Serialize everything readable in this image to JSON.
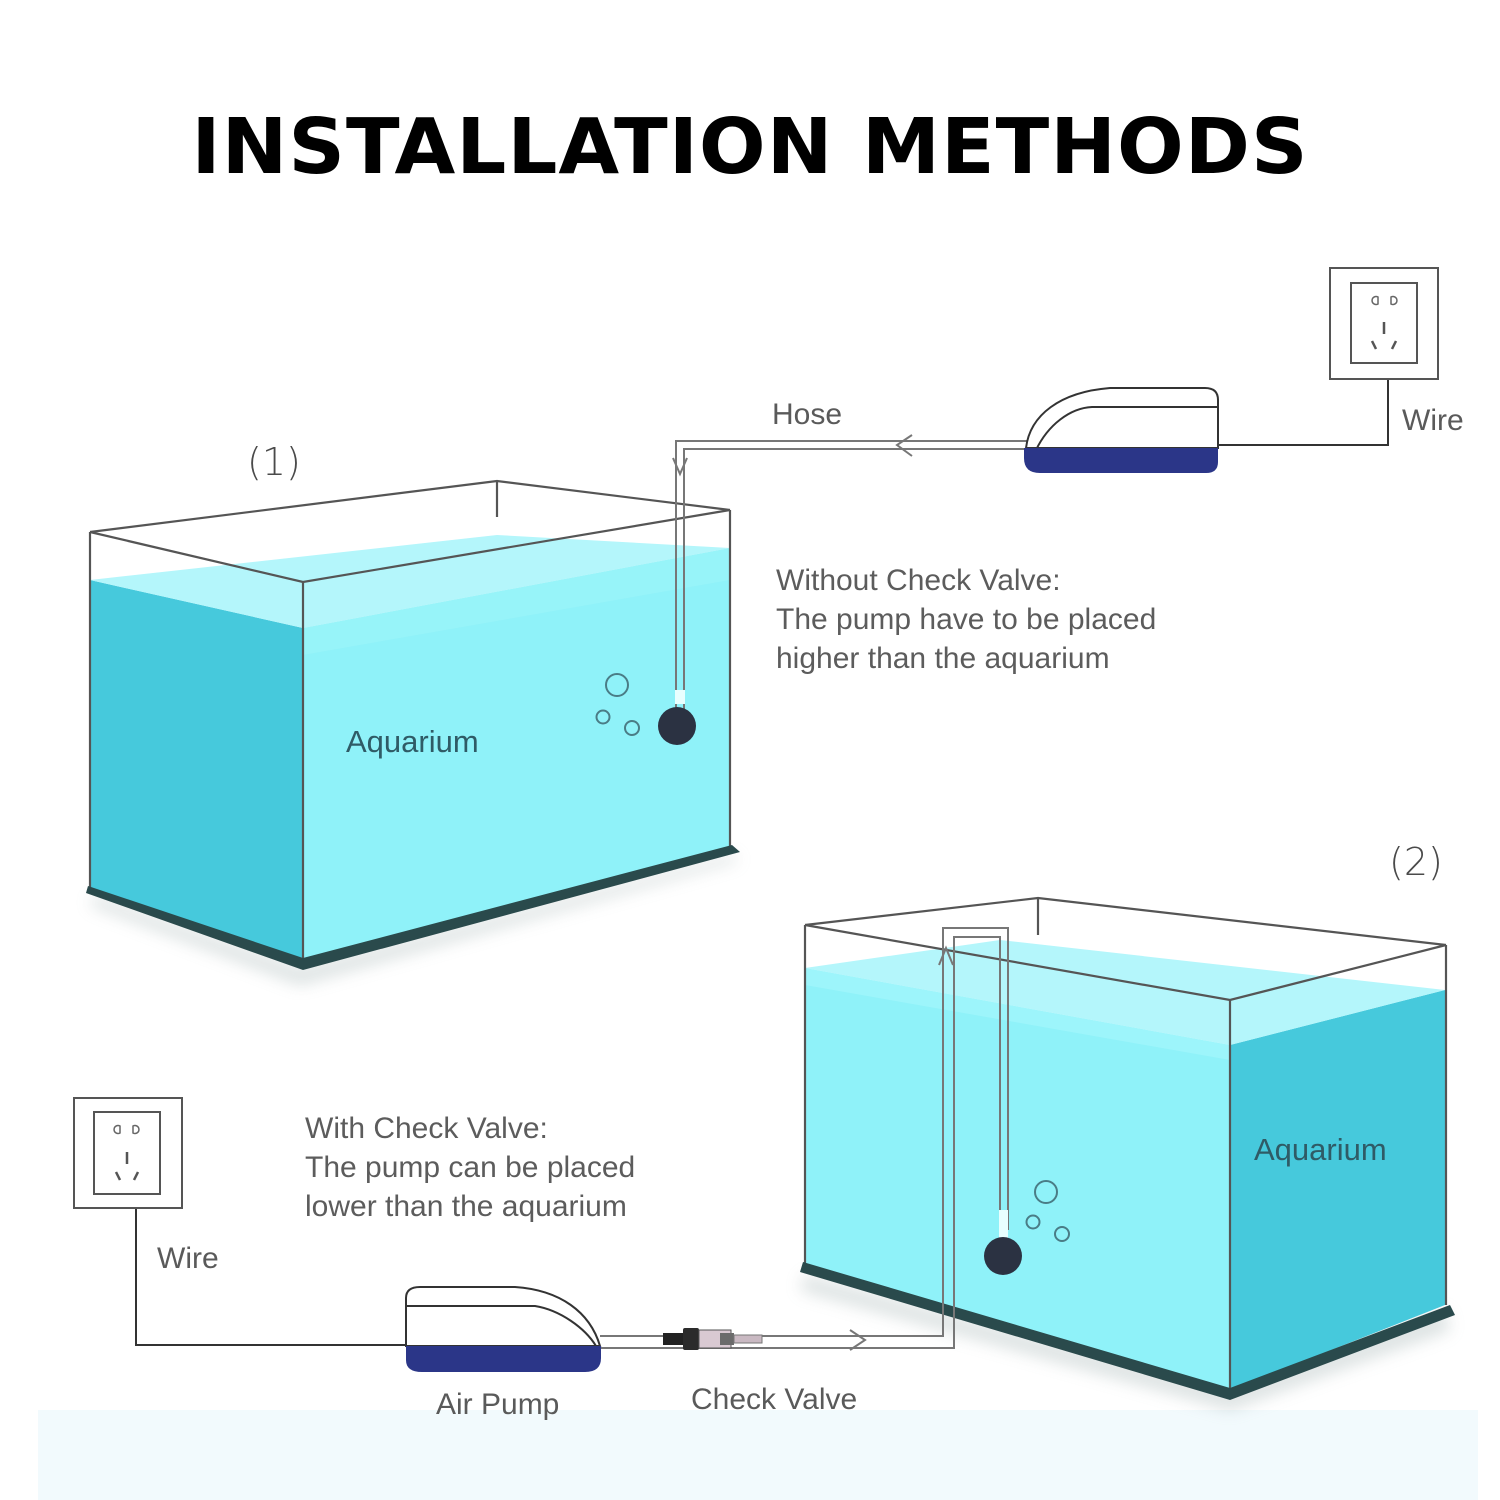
{
  "title": "INSTALLATION METHODS",
  "colors": {
    "water_front": "#8ff2f9",
    "water_side": "#46c9dc",
    "water_surface": "#b4f6fb",
    "tank_base": "#2a4a4c",
    "pump_base": "#2b3688",
    "air_stone": "#2b3242",
    "outline": "#555555"
  },
  "method1": {
    "number": "(1)",
    "aquarium_label": "Aquarium",
    "hose_label": "Hose",
    "wire_label": "Wire",
    "note": {
      "heading": "Without Check Valve:",
      "line1": "The pump have to be placed",
      "line2": "higher than the aquarium"
    },
    "icons": [
      "wall-outlet-icon",
      "air-pump-icon",
      "air-stone-icon",
      "bubbles-icon",
      "flow-arrow-icon"
    ]
  },
  "method2": {
    "number": "(2)",
    "aquarium_label": "Aquarium",
    "wire_label": "Wire",
    "pump_label": "Air Pump",
    "valve_label": "Check Valve",
    "note": {
      "heading": "With Check Valve:",
      "line1": "The pump can be placed",
      "line2": "lower than  the aquarium"
    },
    "icons": [
      "wall-outlet-icon",
      "air-pump-icon",
      "check-valve-icon",
      "air-stone-icon",
      "bubbles-icon",
      "flow-arrow-icon"
    ]
  }
}
